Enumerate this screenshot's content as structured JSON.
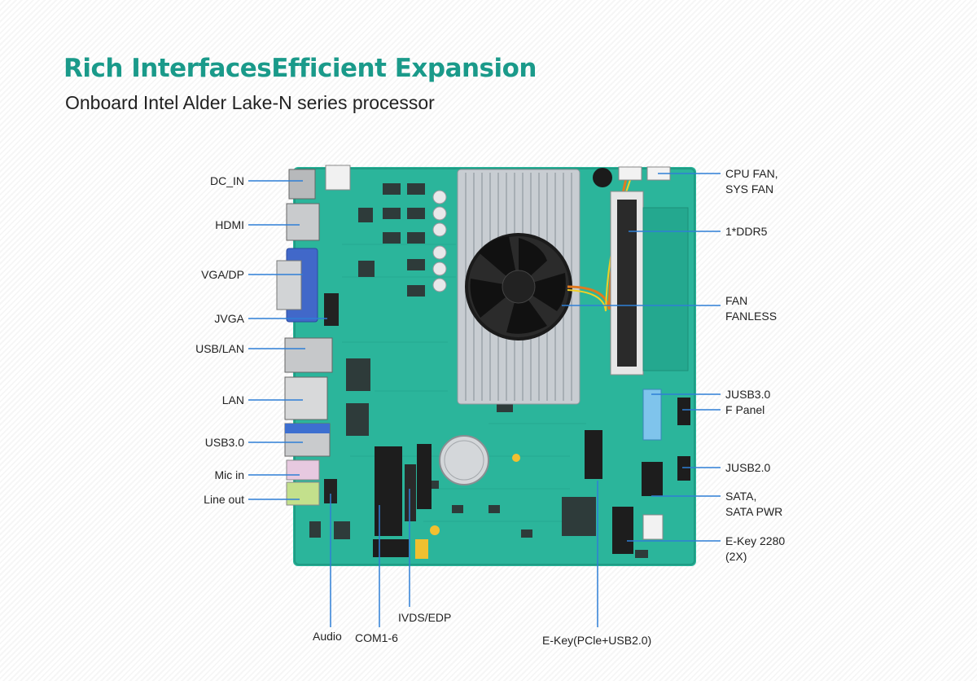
{
  "title": "Rich InterfacesEfficient Expansion",
  "subtitle": "Onboard Intel Alder Lake-N series processor",
  "colors": {
    "title": "#1a9a8a",
    "pcb": "#2bb59b",
    "callout": "#2f7fd6",
    "heatsink": "#c8cdd2"
  },
  "callouts": {
    "dc_in": "DC_IN",
    "hdmi": "HDMI",
    "vga_dp": "VGA/DP",
    "jvga": "JVGA",
    "usb_lan": "USB/LAN",
    "lan": "LAN",
    "usb30": "USB3.0",
    "mic_in": "Mic in",
    "line_out": "Line out",
    "cpu_fan": "CPU FAN,\nSYS FAN",
    "ddr5": "1*DDR5",
    "fan": "FAN\nFANLESS",
    "jusb30": "JUSB3.0",
    "f_panel": "F Panel",
    "jusb20": "JUSB2.0",
    "sata": "SATA,\nSATA PWR",
    "ekey_2280": "E-Key 2280\n(2X)",
    "audio": "Audio",
    "com": "COM1-6",
    "lvds_edp": "IVDS/EDP",
    "ekey_pcie": "E-Key(PCle+USB2.0)"
  }
}
